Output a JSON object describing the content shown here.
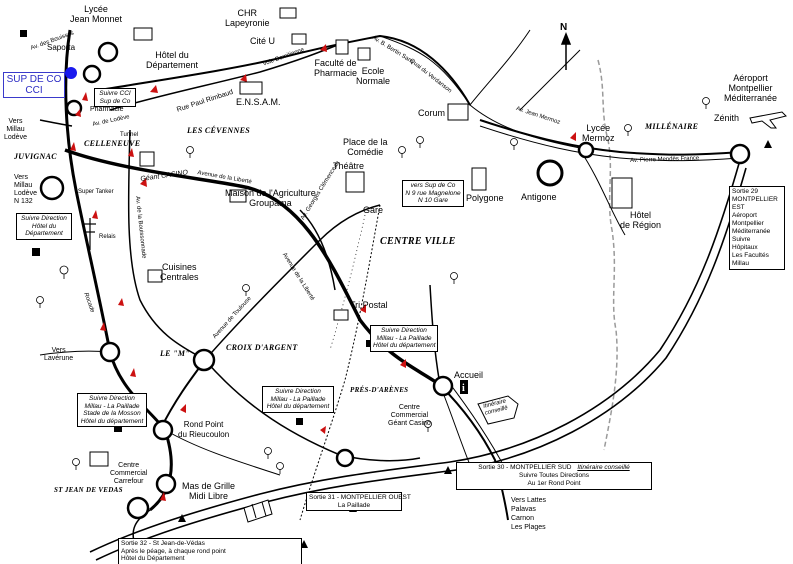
{
  "map": {
    "compass": "N",
    "highlight_color": "#1a1aee",
    "box_text_color": "#2c2cc4",
    "river_color": "#9a9a9a",
    "arrow_color": "#cc1111"
  },
  "landmarks": {
    "lycee_jm": "Lycée\nJean Monnet",
    "saporta": "Saporta",
    "hotel_dep_top": "Hôtel du\nDépartement",
    "chr": "CHR\nLapeyronie",
    "cite_u": "Cité U",
    "faculte_pharmacie": "Faculté de\nPharmacie",
    "ecole_normale": "Ecole\nNormale",
    "ensam": "E.N.S.A.M.",
    "pharmacie": "Pharmacie",
    "corum": "Corum",
    "place_comedie": "Place de la\nComédie",
    "theatre": "Théâtre",
    "gare": "Gare",
    "polygone": "Polygone",
    "antigone": "Antigone",
    "hotel_region": "Hôtel\nde Région",
    "lycee_mermoz": "Lycée\nMermoz",
    "aeroport": "Aéroport\nMontpellier\nMéditerranée",
    "zenith": "Zénith",
    "maison_agri": "Maison de l'Agriculture\nGroupama",
    "cuisines": "Cuisines\nCentrales",
    "tri_postal": "Tri Postal",
    "accueil": "Accueil",
    "centre_geant": "Centre\nCommercial\nGéant Casino",
    "rond_point_rieucoulon": "Rond Point\ndu Rieucoulon",
    "centre_carrefour": "Centre\nCommercial\nCarrefour",
    "mas_grille": "Mas de Grille\nMidi Libre",
    "super_tanker": "Super Tanker",
    "relais": "Relais",
    "tunnel": "Tunnel"
  },
  "directions": {
    "vers_millau_lodeve": "Vers\nMillau\nLodève",
    "vers_millau_n132": "Vers\nMillau\nLodève\nN 132",
    "vers_laverune": "Vers\nLavérune",
    "vers_lattes": "Vers Lattes\nPalavas\nCarnon\nLes Plages"
  },
  "districts": {
    "juvignac": "JUVIGNAC",
    "celleneuve": "CELLENEUVE",
    "cevennes": "LES CÉVENNES",
    "centre_ville": "CENTRE VILLE",
    "millenaire": "MILLÉNAIRE",
    "le_m": "LE \"M\"",
    "croix_argent": "CROIX D'ARGENT",
    "pres_arenes": "PRÉS-D'ARÈNES",
    "st_jean": "ST JEAN DE VEDAS"
  },
  "streets": {
    "av_bouisses": "Av. des Bouisses",
    "rue_paul_rimbaud": "Rue Paul Rimbaud",
    "voie_domitienne": "Voie Domitienne",
    "av_bertin": "Av. B. Bertin Sans",
    "quai_verdanson": "Quai du Verdanson",
    "av_jean_mermoz": "Av. Jean Mermoz",
    "av_pierre_mendes": "Av. Pierre Mendès France",
    "av_lodeve": "Av. de Lodève",
    "geant_casino": "Géant CASINO",
    "av_liberte": "Avenue de la Liberté",
    "av_georges_clemenceau": "Av. Georges Clémenceau",
    "av_liberte2": "Avenue de la Liberté",
    "av_toulouse": "Avenue de Toulouse",
    "av_bouissonnade": "Av. de la Bouissonnade",
    "rocade": "Rocade"
  },
  "labels": {
    "sup_de_co": "SUP DE CO\nCCI",
    "suivre_cci": "Suivre CCI\nSup de Co",
    "suivre_dir_dep_left": "Suivre Direction\nHôtel du\nDépartement",
    "vers_sup_de_co": "vers Sup de Co\nN 9 rue Magnelone\nN 10 Gare",
    "suivre_dir_millau_right": "Suivre Direction\nMillau - La Paillade\nHôtel du département",
    "suivre_dir_millau_mosson": "Suivre Direction\nMillau - La Paillade\nStade de la Mosson\nHôtel du département",
    "suivre_dir_millau_mid": "Suivre Direction\nMillau - La Paillade\nHôtel du département",
    "itineraire_conseille_sign": "Itinéraire\nconseillé",
    "sortie29": "Sortie 29\nMONTPELLIER\nEST\nAéroport\nMontpellier\nMéditerranée\nSuivre\nHôpitaux\nLes Facultés\nMillau",
    "sortie30_a": "Sortie 30 - MONTPELLIER SUD",
    "sortie30_b": "Itinéraire conseillé",
    "sortie30_c": "Suivre Toutes Directions\nAu 1er Rond Point",
    "sortie31": "Sortie 31 - MONTPELLIER OUEST\nLa Paillade",
    "sortie32": "Sortie 32 - St Jean-de-Védas\nAprès le péage, à chaque rond point\nHôtel du Département"
  }
}
